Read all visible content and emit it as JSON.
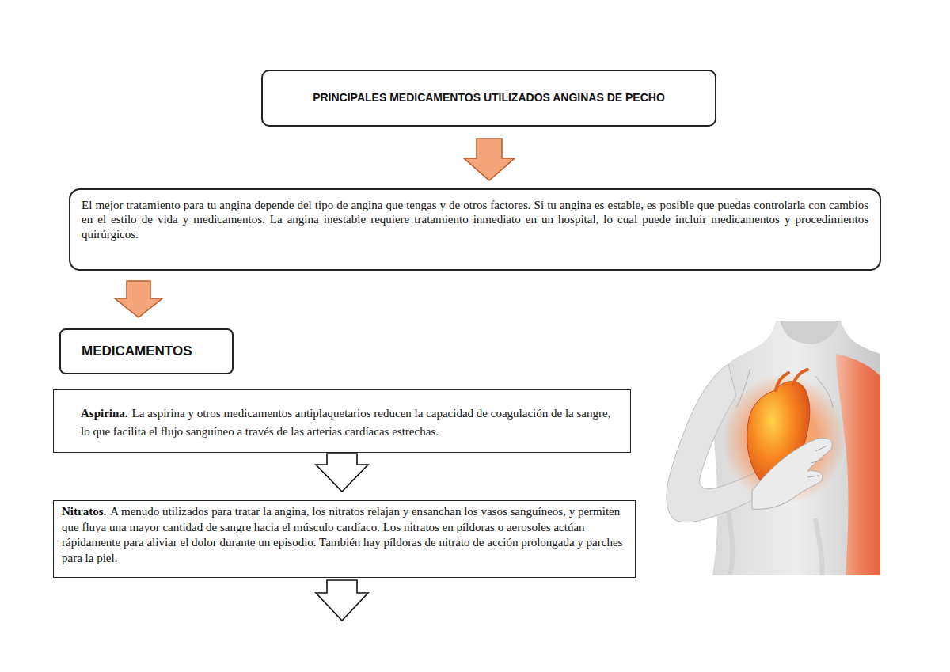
{
  "diagram": {
    "nodes": [
      {
        "text": [
          "PRINCIPALES MEDICAMENTOS UTILIZADOS ANGINAS DE PECHO"
        ]
      },
      {
        "text": [
          "El mejor tratamiento para tu angina depende del tipo de angina que tengas y de otros factores. Si tu angina es estable, es posible que puedas controlarla con cambios en el estilo de vida y medicamentos. La angina inestable requiere tratamiento inmediato en un hospital, lo cual puede incluir medicamentos y procedimientos quirúrgicos."
        ]
      },
      {
        "text": [
          "MEDICAMENTOS"
        ]
      },
      {
        "text": [
          "Aspirina.",
          "La aspirina y otros medicamentos antiplaquetarios reducen la capacidad de coagulación de la sangre, lo que facilita el flujo sanguíneo a través de las arterias cardíacas estrechas."
        ]
      },
      {
        "text": [
          "Nitratos.",
          "A menudo utilizados para tratar la angina, los nitratos relajan y ensanchan los vasos sanguíneos, y permiten que fluya una mayor cantidad de sangre hacia el músculo cardíaco. Los nitratos en píldoras o aerosoles actúan rápidamente para aliviar el dolor durante un episodio. También hay píldoras de nitrato de acción prolongada y parches para la piel."
        ]
      }
    ],
    "edges": [
      {
        "from": 0,
        "to": 1,
        "arrow": "to"
      },
      {
        "from": 1,
        "to": 2,
        "arrow": "to"
      },
      {
        "from": 3,
        "to": 4,
        "arrow": "to"
      }
    ]
  }
}
